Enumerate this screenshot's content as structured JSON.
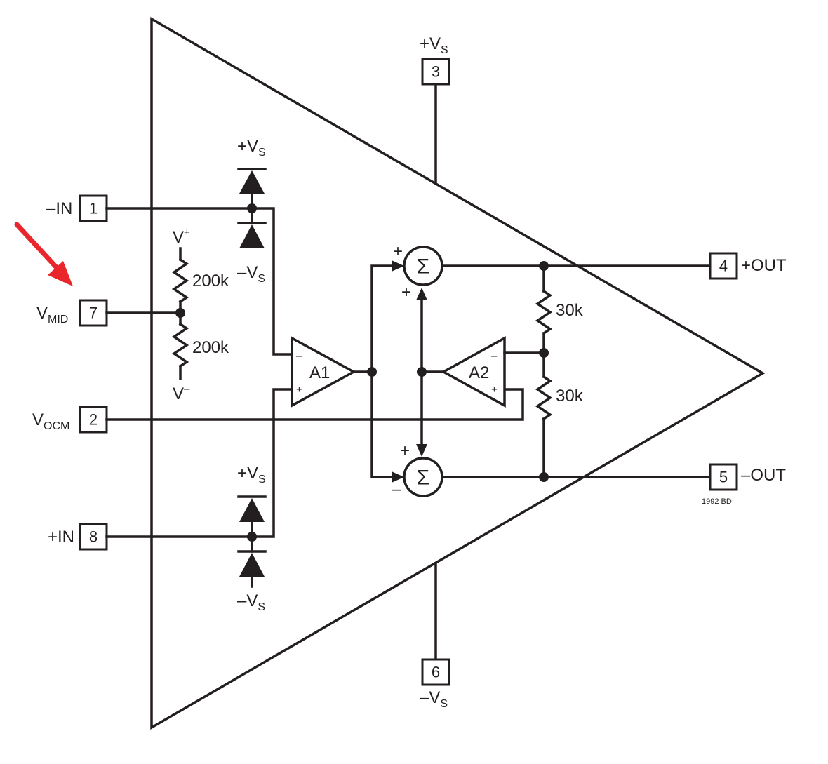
{
  "pins": {
    "p3": {
      "number": "3",
      "label_main": "+V",
      "label_sub": "S"
    },
    "p1": {
      "number": "1",
      "label": "–IN"
    },
    "p7": {
      "number": "7",
      "label_main": "V",
      "label_sub": "MID"
    },
    "p2": {
      "number": "2",
      "label_main": "V",
      "label_sub": "OCM"
    },
    "p8": {
      "number": "8",
      "label": "+IN"
    },
    "p4": {
      "number": "4",
      "label": "+OUT"
    },
    "p5": {
      "number": "5",
      "label": "–OUT"
    },
    "p6": {
      "number": "6",
      "label_main": "–V",
      "label_sub": "S"
    }
  },
  "supplies": {
    "diode_top_pos": {
      "main": "+V",
      "sub": "S"
    },
    "diode_top_neg": {
      "main": "–V",
      "sub": "S"
    },
    "diode_bot_pos": {
      "main": "+V",
      "sub": "S"
    },
    "diode_bot_neg": {
      "main": "–V",
      "sub": "S"
    },
    "divider_top": {
      "main": "V",
      "sup": "+"
    },
    "divider_bot": {
      "main": "V",
      "sup": "–"
    }
  },
  "resistors": {
    "r_mid_top": "200k",
    "r_mid_bot": "200k",
    "r_fb_top": "30k",
    "r_fb_bot": "30k"
  },
  "amplifiers": {
    "a1": {
      "name": "A1",
      "inv": "–",
      "noninv": "+"
    },
    "a2": {
      "name": "A2",
      "inv": "–",
      "noninv": "+"
    }
  },
  "summers": {
    "symbol": "Σ",
    "top": {
      "in_left": "+",
      "in_bottom": "+"
    },
    "bottom": {
      "in_top": "+",
      "in_left": "–"
    }
  },
  "annotation": {
    "drawing_code": "1992 BD",
    "arrow_color": "#e8262b"
  },
  "colors": {
    "ink": "#231f20"
  }
}
